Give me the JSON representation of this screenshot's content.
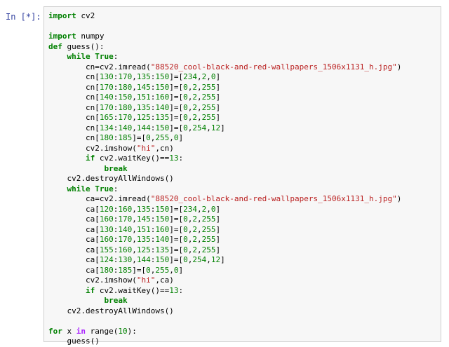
{
  "cell": {
    "prompt": "In [*]:",
    "lines": [
      [
        {
          "t": "import",
          "c": "k"
        },
        {
          "t": " cv2",
          "c": "p"
        }
      ],
      [],
      [
        {
          "t": "import",
          "c": "k"
        },
        {
          "t": " numpy",
          "c": "p"
        }
      ],
      [
        {
          "t": "def",
          "c": "k"
        },
        {
          "t": " guess():",
          "c": "p"
        }
      ],
      [
        {
          "t": "    "
        },
        {
          "t": "while",
          "c": "k"
        },
        {
          "t": " "
        },
        {
          "t": "True",
          "c": "k"
        },
        {
          "t": ":"
        }
      ],
      [
        {
          "t": "        cn=cv2.imread("
        },
        {
          "t": "\"88520_cool-black-and-red-wallpapers_1506x1131_h.jpg\"",
          "c": "s"
        },
        {
          "t": ")"
        }
      ],
      [
        {
          "t": "        cn["
        },
        {
          "t": "130",
          "c": "n"
        },
        {
          "t": ":"
        },
        {
          "t": "170",
          "c": "n"
        },
        {
          "t": ","
        },
        {
          "t": "135",
          "c": "n"
        },
        {
          "t": ":"
        },
        {
          "t": "150",
          "c": "n"
        },
        {
          "t": "]=["
        },
        {
          "t": "234",
          "c": "n"
        },
        {
          "t": ","
        },
        {
          "t": "2",
          "c": "n"
        },
        {
          "t": ","
        },
        {
          "t": "0",
          "c": "n"
        },
        {
          "t": "]"
        }
      ],
      [
        {
          "t": "        cn["
        },
        {
          "t": "170",
          "c": "n"
        },
        {
          "t": ":"
        },
        {
          "t": "180",
          "c": "n"
        },
        {
          "t": ","
        },
        {
          "t": "145",
          "c": "n"
        },
        {
          "t": ":"
        },
        {
          "t": "150",
          "c": "n"
        },
        {
          "t": "]=["
        },
        {
          "t": "0",
          "c": "n"
        },
        {
          "t": ","
        },
        {
          "t": "2",
          "c": "n"
        },
        {
          "t": ","
        },
        {
          "t": "255",
          "c": "n"
        },
        {
          "t": "]"
        }
      ],
      [
        {
          "t": "        cn["
        },
        {
          "t": "140",
          "c": "n"
        },
        {
          "t": ":"
        },
        {
          "t": "150",
          "c": "n"
        },
        {
          "t": ","
        },
        {
          "t": "151",
          "c": "n"
        },
        {
          "t": ":"
        },
        {
          "t": "160",
          "c": "n"
        },
        {
          "t": "]=["
        },
        {
          "t": "0",
          "c": "n"
        },
        {
          "t": ","
        },
        {
          "t": "2",
          "c": "n"
        },
        {
          "t": ","
        },
        {
          "t": "255",
          "c": "n"
        },
        {
          "t": "]"
        }
      ],
      [
        {
          "t": "        cn["
        },
        {
          "t": "170",
          "c": "n"
        },
        {
          "t": ":"
        },
        {
          "t": "180",
          "c": "n"
        },
        {
          "t": ","
        },
        {
          "t": "135",
          "c": "n"
        },
        {
          "t": ":"
        },
        {
          "t": "140",
          "c": "n"
        },
        {
          "t": "]=["
        },
        {
          "t": "0",
          "c": "n"
        },
        {
          "t": ","
        },
        {
          "t": "2",
          "c": "n"
        },
        {
          "t": ","
        },
        {
          "t": "255",
          "c": "n"
        },
        {
          "t": "]"
        }
      ],
      [
        {
          "t": "        cn["
        },
        {
          "t": "165",
          "c": "n"
        },
        {
          "t": ":"
        },
        {
          "t": "170",
          "c": "n"
        },
        {
          "t": ","
        },
        {
          "t": "125",
          "c": "n"
        },
        {
          "t": ":"
        },
        {
          "t": "135",
          "c": "n"
        },
        {
          "t": "]=["
        },
        {
          "t": "0",
          "c": "n"
        },
        {
          "t": ","
        },
        {
          "t": "2",
          "c": "n"
        },
        {
          "t": ","
        },
        {
          "t": "255",
          "c": "n"
        },
        {
          "t": "]"
        }
      ],
      [
        {
          "t": "        cn["
        },
        {
          "t": "134",
          "c": "n"
        },
        {
          "t": ":"
        },
        {
          "t": "140",
          "c": "n"
        },
        {
          "t": ","
        },
        {
          "t": "144",
          "c": "n"
        },
        {
          "t": ":"
        },
        {
          "t": "150",
          "c": "n"
        },
        {
          "t": "]=["
        },
        {
          "t": "0",
          "c": "n"
        },
        {
          "t": ","
        },
        {
          "t": "254",
          "c": "n"
        },
        {
          "t": ","
        },
        {
          "t": "12",
          "c": "n"
        },
        {
          "t": "]"
        }
      ],
      [
        {
          "t": "        cn["
        },
        {
          "t": "180",
          "c": "n"
        },
        {
          "t": ":"
        },
        {
          "t": "185",
          "c": "n"
        },
        {
          "t": "]=["
        },
        {
          "t": "0",
          "c": "n"
        },
        {
          "t": ","
        },
        {
          "t": "255",
          "c": "n"
        },
        {
          "t": ","
        },
        {
          "t": "0",
          "c": "n"
        },
        {
          "t": "]"
        }
      ],
      [
        {
          "t": "        cv2.imshow("
        },
        {
          "t": "\"hi\"",
          "c": "s"
        },
        {
          "t": ",cn)"
        }
      ],
      [
        {
          "t": "        "
        },
        {
          "t": "if",
          "c": "k"
        },
        {
          "t": " cv2.waitKey()=="
        },
        {
          "t": "13",
          "c": "n"
        },
        {
          "t": ":"
        }
      ],
      [
        {
          "t": "            "
        },
        {
          "t": "break",
          "c": "k"
        }
      ],
      [
        {
          "t": "    cv2.destroyAllWindows()"
        }
      ],
      [
        {
          "t": "    "
        },
        {
          "t": "while",
          "c": "k"
        },
        {
          "t": " "
        },
        {
          "t": "True",
          "c": "k"
        },
        {
          "t": ":"
        }
      ],
      [
        {
          "t": "        ca=cv2.imread("
        },
        {
          "t": "\"88520_cool-black-and-red-wallpapers_1506x1131_h.jpg\"",
          "c": "s"
        },
        {
          "t": ")"
        }
      ],
      [
        {
          "t": "        ca["
        },
        {
          "t": "120",
          "c": "n"
        },
        {
          "t": ":"
        },
        {
          "t": "160",
          "c": "n"
        },
        {
          "t": ","
        },
        {
          "t": "135",
          "c": "n"
        },
        {
          "t": ":"
        },
        {
          "t": "150",
          "c": "n"
        },
        {
          "t": "]=["
        },
        {
          "t": "234",
          "c": "n"
        },
        {
          "t": ","
        },
        {
          "t": "2",
          "c": "n"
        },
        {
          "t": ","
        },
        {
          "t": "0",
          "c": "n"
        },
        {
          "t": "]"
        }
      ],
      [
        {
          "t": "        ca["
        },
        {
          "t": "160",
          "c": "n"
        },
        {
          "t": ":"
        },
        {
          "t": "170",
          "c": "n"
        },
        {
          "t": ","
        },
        {
          "t": "145",
          "c": "n"
        },
        {
          "t": ":"
        },
        {
          "t": "150",
          "c": "n"
        },
        {
          "t": "]=["
        },
        {
          "t": "0",
          "c": "n"
        },
        {
          "t": ","
        },
        {
          "t": "2",
          "c": "n"
        },
        {
          "t": ","
        },
        {
          "t": "255",
          "c": "n"
        },
        {
          "t": "]"
        }
      ],
      [
        {
          "t": "        ca["
        },
        {
          "t": "130",
          "c": "n"
        },
        {
          "t": ":"
        },
        {
          "t": "140",
          "c": "n"
        },
        {
          "t": ","
        },
        {
          "t": "151",
          "c": "n"
        },
        {
          "t": ":"
        },
        {
          "t": "160",
          "c": "n"
        },
        {
          "t": "]=["
        },
        {
          "t": "0",
          "c": "n"
        },
        {
          "t": ","
        },
        {
          "t": "2",
          "c": "n"
        },
        {
          "t": ","
        },
        {
          "t": "255",
          "c": "n"
        },
        {
          "t": "]"
        }
      ],
      [
        {
          "t": "        ca["
        },
        {
          "t": "160",
          "c": "n"
        },
        {
          "t": ":"
        },
        {
          "t": "170",
          "c": "n"
        },
        {
          "t": ","
        },
        {
          "t": "135",
          "c": "n"
        },
        {
          "t": ":"
        },
        {
          "t": "140",
          "c": "n"
        },
        {
          "t": "]=["
        },
        {
          "t": "0",
          "c": "n"
        },
        {
          "t": ","
        },
        {
          "t": "2",
          "c": "n"
        },
        {
          "t": ","
        },
        {
          "t": "255",
          "c": "n"
        },
        {
          "t": "]"
        }
      ],
      [
        {
          "t": "        ca["
        },
        {
          "t": "155",
          "c": "n"
        },
        {
          "t": ":"
        },
        {
          "t": "160",
          "c": "n"
        },
        {
          "t": ","
        },
        {
          "t": "125",
          "c": "n"
        },
        {
          "t": ":"
        },
        {
          "t": "135",
          "c": "n"
        },
        {
          "t": "]=["
        },
        {
          "t": "0",
          "c": "n"
        },
        {
          "t": ","
        },
        {
          "t": "2",
          "c": "n"
        },
        {
          "t": ","
        },
        {
          "t": "255",
          "c": "n"
        },
        {
          "t": "]"
        }
      ],
      [
        {
          "t": "        ca["
        },
        {
          "t": "124",
          "c": "n"
        },
        {
          "t": ":"
        },
        {
          "t": "130",
          "c": "n"
        },
        {
          "t": ","
        },
        {
          "t": "144",
          "c": "n"
        },
        {
          "t": ":"
        },
        {
          "t": "150",
          "c": "n"
        },
        {
          "t": "]=["
        },
        {
          "t": "0",
          "c": "n"
        },
        {
          "t": ","
        },
        {
          "t": "254",
          "c": "n"
        },
        {
          "t": ","
        },
        {
          "t": "12",
          "c": "n"
        },
        {
          "t": "]"
        }
      ],
      [
        {
          "t": "        ca["
        },
        {
          "t": "180",
          "c": "n"
        },
        {
          "t": ":"
        },
        {
          "t": "185",
          "c": "n"
        },
        {
          "t": "]=["
        },
        {
          "t": "0",
          "c": "n"
        },
        {
          "t": ","
        },
        {
          "t": "255",
          "c": "n"
        },
        {
          "t": ","
        },
        {
          "t": "0",
          "c": "n"
        },
        {
          "t": "]"
        }
      ],
      [
        {
          "t": "        cv2.imshow("
        },
        {
          "t": "\"hi\"",
          "c": "s"
        },
        {
          "t": ",ca)"
        }
      ],
      [
        {
          "t": "        "
        },
        {
          "t": "if",
          "c": "k"
        },
        {
          "t": " cv2.waitKey()=="
        },
        {
          "t": "13",
          "c": "n"
        },
        {
          "t": ":"
        }
      ],
      [
        {
          "t": "            "
        },
        {
          "t": "break",
          "c": "k"
        }
      ],
      [
        {
          "t": "    cv2.destroyAllWindows()"
        }
      ],
      [],
      [
        {
          "t": "for",
          "c": "k"
        },
        {
          "t": " x "
        },
        {
          "t": "in",
          "c": "o"
        },
        {
          "t": " range("
        },
        {
          "t": "10",
          "c": "n"
        },
        {
          "t": "):"
        }
      ],
      [
        {
          "t": "    guess()"
        }
      ]
    ]
  },
  "colors": {
    "keyword": "#008000",
    "string": "#ba2121",
    "number": "#008000",
    "operator_word": "#aa22ff",
    "prompt": "#303f9f",
    "cell_background": "#f7f7f7",
    "cell_border": "#cfcfcf"
  }
}
